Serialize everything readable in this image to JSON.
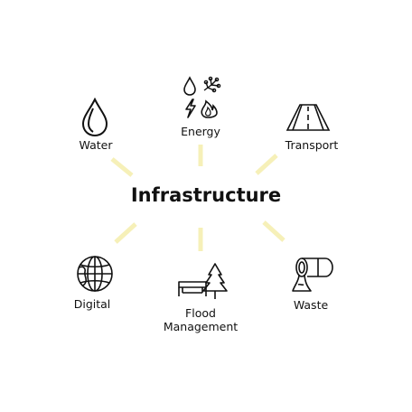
{
  "center": {
    "label": "Infrastructure"
  },
  "nodes": [
    {
      "id": "water",
      "label": "Water",
      "icon": "water-drop-icon"
    },
    {
      "id": "energy",
      "label": "Energy",
      "icon": "energy-icon"
    },
    {
      "id": "transport",
      "label": "Transport",
      "icon": "road-icon"
    },
    {
      "id": "digital",
      "label": "Digital",
      "icon": "globe-icon"
    },
    {
      "id": "flood",
      "label_line1": "Flood",
      "label_line2": "Management",
      "icon": "bench-tree-icon"
    },
    {
      "id": "waste",
      "label": "Waste",
      "icon": "waste-pipe-icon"
    }
  ],
  "colors": {
    "connector": "#f6f0b8",
    "text": "#111111",
    "background": "#ffffff"
  }
}
